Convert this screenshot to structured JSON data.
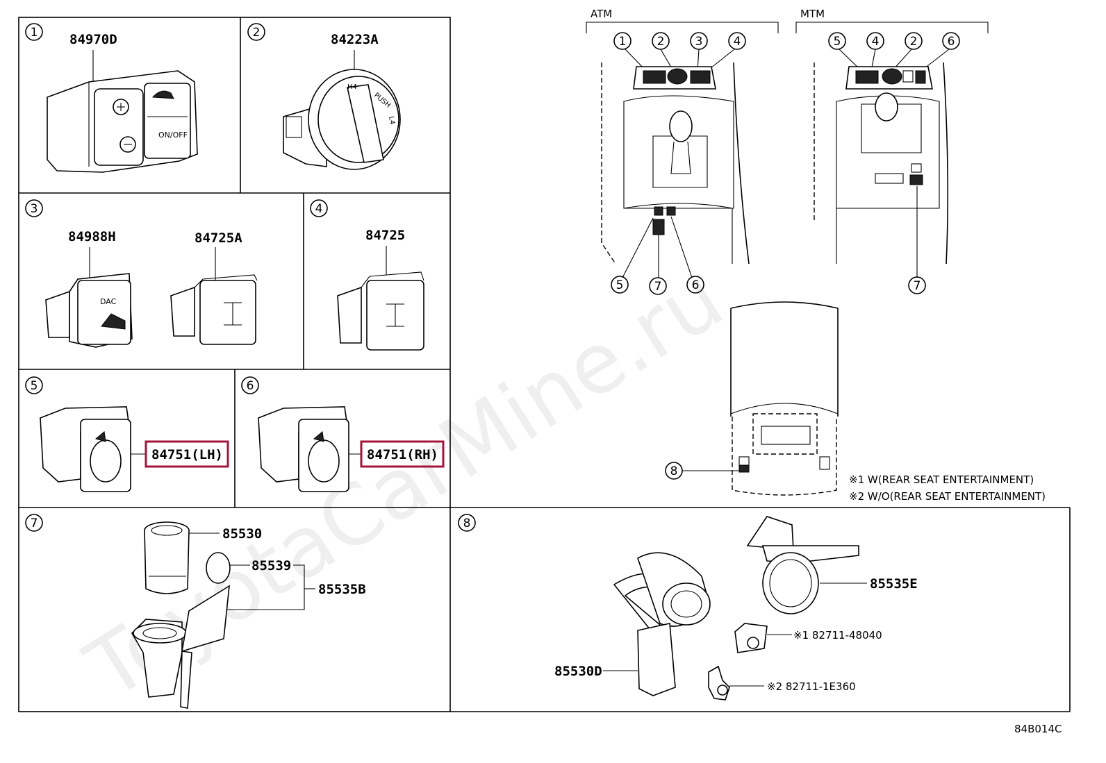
{
  "watermark": "ToyotaCarMine.ru",
  "figure_code": "84B014C",
  "panels": {
    "p1": {
      "index": "1",
      "part": "84970D",
      "button_on_off": "ON/OFF"
    },
    "p2": {
      "index": "2",
      "part": "84223A",
      "knob_labels": [
        "H4",
        "PUSH",
        "L4"
      ]
    },
    "p3": {
      "index": "3",
      "part_a": "84988H",
      "part_b": "84725A",
      "button_dac": "DAC"
    },
    "p4": {
      "index": "4",
      "part": "84725"
    },
    "p5": {
      "index": "5",
      "part": "84751(LH)"
    },
    "p6": {
      "index": "6",
      "part": "84751(RH)"
    },
    "p7": {
      "index": "7",
      "part_a": "85530",
      "part_b": "85539",
      "part_c": "85535B"
    },
    "p8": {
      "index": "8",
      "part_a": "85535E",
      "part_b": "85530D",
      "part_c": "※1 82711-48040",
      "part_d": "※2 82711-1E360"
    }
  },
  "overview": {
    "atm": {
      "title": "ATM",
      "callouts_top": [
        "1",
        "2",
        "3",
        "4"
      ],
      "callouts_bottom": [
        "5",
        "7",
        "6"
      ]
    },
    "mtm": {
      "title": "MTM",
      "callouts_top": [
        "5",
        "4",
        "2",
        "6"
      ],
      "callouts_bottom": [
        "7"
      ]
    },
    "rear_callout": "8",
    "notes": [
      "※1 W(REAR SEAT ENTERTAINMENT)",
      "※2 W/O(REAR SEAT ENTERTAINMENT)"
    ]
  },
  "highlight_color": "#a6133a"
}
